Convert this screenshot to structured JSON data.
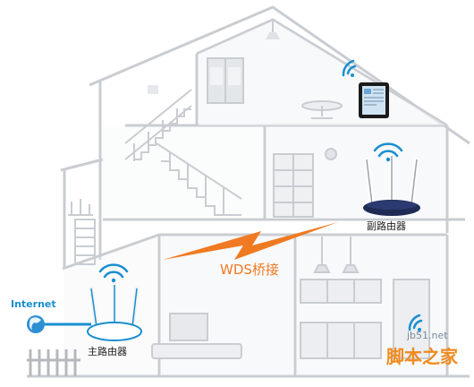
{
  "labels": {
    "internet": "Internet",
    "main_router": "主路由器",
    "sub_router": "副路由器",
    "wds": "WDS桥接"
  },
  "watermark": {
    "site": "jb51.net",
    "name": "脚本之家"
  },
  "colors": {
    "wall_outline": "#c9cdd2",
    "wall_fill": "#f4f5f7",
    "wifi_blue": "#1a8fd0",
    "wds_orange": "#f07a22",
    "sub_router_body": "#1f2a55",
    "internet_link": "#1a8fd0"
  }
}
